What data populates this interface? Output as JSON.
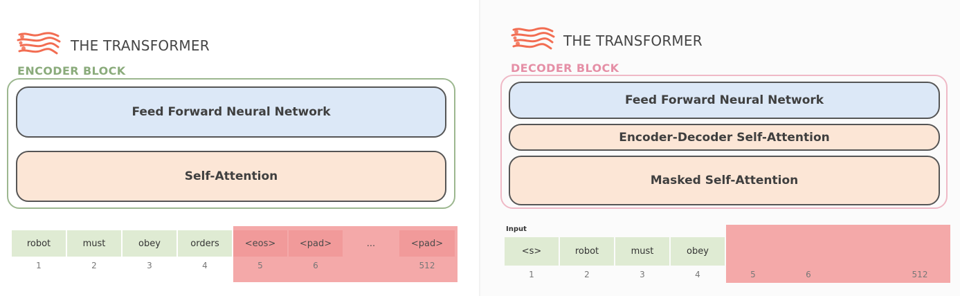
{
  "encoder": {
    "brand": "THE TRANSFORMER",
    "block_label": "ENCODER BLOCK",
    "layers": {
      "ffnn": "Feed Forward Neural Network",
      "self_attention": "Self-Attention"
    },
    "tokens": [
      "robot",
      "must",
      "obey",
      "orders",
      "<eos>",
      "<pad>",
      "...",
      "<pad>"
    ],
    "indices": [
      "1",
      "2",
      "3",
      "4",
      "5",
      "6",
      "",
      "512"
    ],
    "colors": {
      "frame": "#9cb78f",
      "label": "#8aab7b",
      "token_green": "#dfebd3",
      "pad_red": "#f4a9a9",
      "logo": "#f26d52"
    }
  },
  "decoder": {
    "brand": "THE TRANSFORMER",
    "block_label": "DECODER BLOCK",
    "layers": {
      "ffnn": "Feed Forward Neural Network",
      "enc_dec_attention": "Encoder-Decoder Self-Attention",
      "masked_attention": "Masked Self-Attention"
    },
    "input_label": "Input",
    "tokens": [
      "<s>",
      "robot",
      "must",
      "obey"
    ],
    "indices": [
      "1",
      "2",
      "3",
      "4",
      "5",
      "6",
      "512"
    ],
    "colors": {
      "frame": "#efb9c6",
      "label": "#e58fa6",
      "token_green": "#dfebd3",
      "mask_red": "#f4a9a9"
    }
  }
}
